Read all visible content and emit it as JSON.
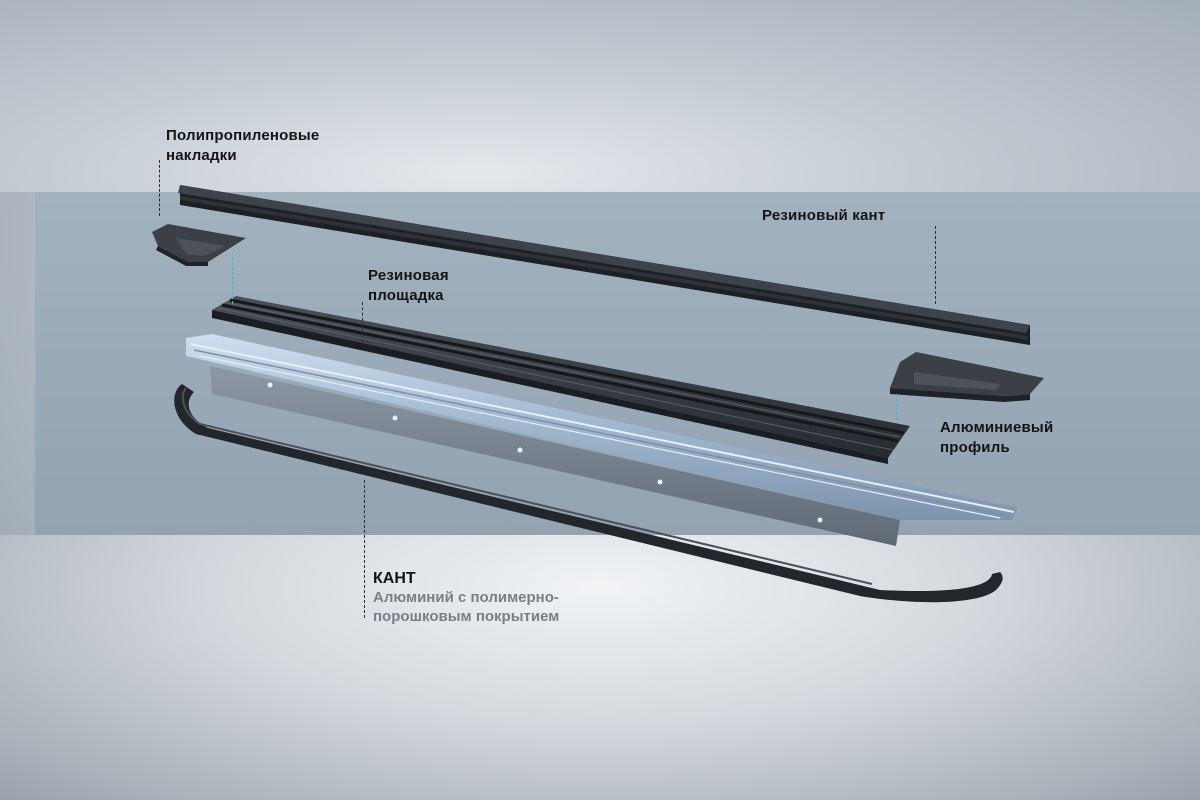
{
  "labels": {
    "polypropylene": [
      "Полипропиленовые",
      "накладки"
    ],
    "rubber_edge": "Резиновый кант",
    "rubber_pad": [
      "Резиновая",
      "площадка"
    ],
    "aluminium_profile": [
      "Алюминиевый",
      "профиль"
    ],
    "kant_title": "КАНТ",
    "kant_desc": [
      "Алюминий с полимерно-",
      "порошковым покрытием"
    ]
  },
  "colors": {
    "rubber": "#2a2e33",
    "aluminium": "#9fb4cc",
    "leader_dark": "#2b2f33",
    "leader_cyan": "#3fb7d8"
  }
}
